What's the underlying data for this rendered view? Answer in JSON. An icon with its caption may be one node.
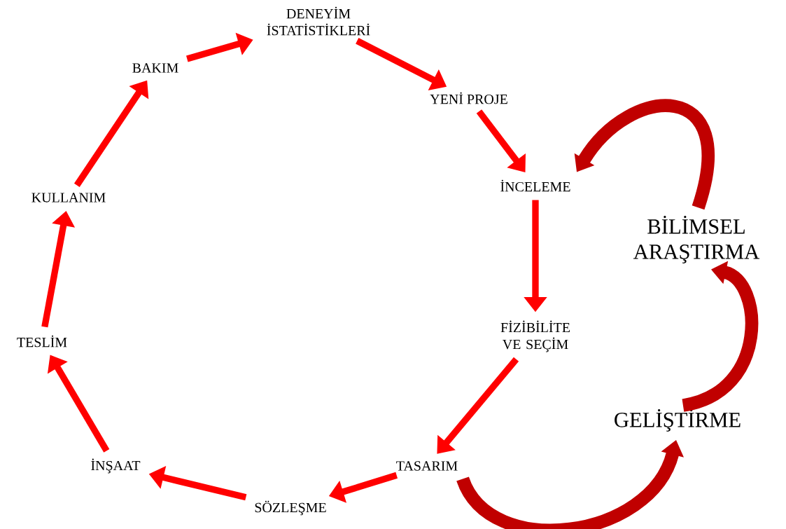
{
  "diagram": {
    "nodes": [
      {
        "text": [
          "DENEYİM İSTATİSTİKLERİ"
        ]
      },
      {
        "text": [
          "YENİ PROJE"
        ]
      },
      {
        "text": [
          "İNCELEME"
        ]
      },
      {
        "text": [
          "FİZİBİLİTE VE SEÇİM"
        ]
      },
      {
        "text": [
          "TASARIM"
        ]
      },
      {
        "text": [
          "SÖZLEŞME"
        ]
      },
      {
        "text": [
          "İNŞAAT"
        ]
      },
      {
        "text": [
          "TESLİM"
        ]
      },
      {
        "text": [
          "KULLANIM"
        ]
      },
      {
        "text": [
          "BAKIM"
        ]
      },
      {
        "text": [
          "BİLİMSEL ARAŞTIRMA"
        ]
      },
      {
        "text": [
          "GELİŞTİRME"
        ]
      }
    ],
    "edges": [
      {
        "from": 9,
        "to": 0,
        "arrow": "to"
      },
      {
        "from": 0,
        "to": 1,
        "arrow": "to"
      },
      {
        "from": 1,
        "to": 2,
        "arrow": "to"
      },
      {
        "from": 2,
        "to": 3,
        "arrow": "to"
      },
      {
        "from": 3,
        "to": 4,
        "arrow": "to"
      },
      {
        "from": 4,
        "to": 5,
        "arrow": "to"
      },
      {
        "from": 5,
        "to": 6,
        "arrow": "to"
      },
      {
        "from": 6,
        "to": 7,
        "arrow": "to"
      },
      {
        "from": 7,
        "to": 8,
        "arrow": "to"
      },
      {
        "from": 8,
        "to": 9,
        "arrow": "to"
      },
      {
        "from": 4,
        "to": 11,
        "arrow": "to",
        "color": "#c00000",
        "style": "thick"
      },
      {
        "from": 11,
        "to": 10,
        "arrow": "to",
        "color": "#c00000",
        "style": "thick"
      },
      {
        "from": 10,
        "to": 2,
        "arrow": "to",
        "color": "#c00000",
        "style": "thick"
      }
    ]
  }
}
